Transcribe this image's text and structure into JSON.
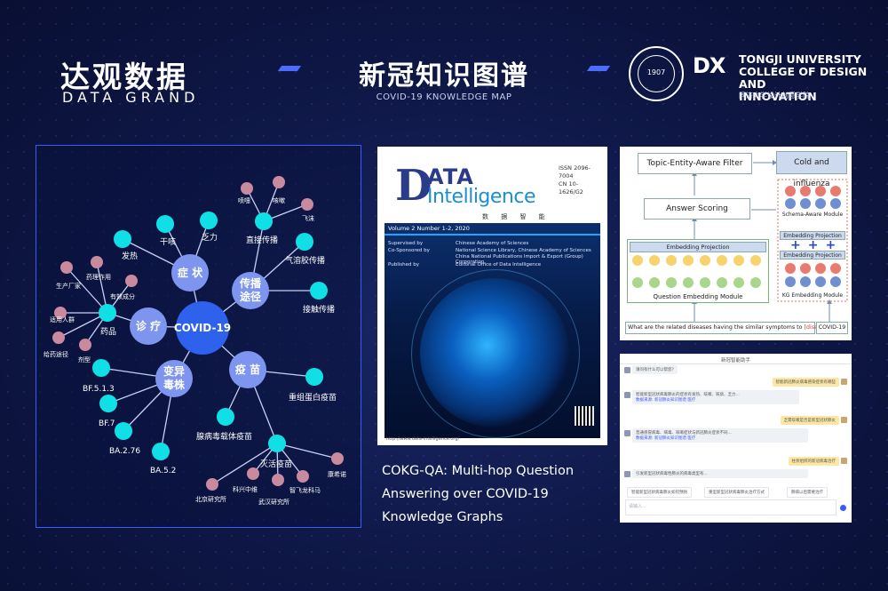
{
  "header": {
    "logo_cn": "达观数据",
    "logo_en": "DATA GRAND",
    "title_cn": "新冠知识图谱",
    "title_en": "COVID-19 KNOWLEDGE MAP",
    "seal_year": "1907",
    "dept_mark": "DX",
    "university": "TONGJI UNIVERSITY",
    "college_l1": "COLLEGE OF DESIGN AND",
    "college_l2": "INNOVATION",
    "college_cn": "同济大学设计创意学院"
  },
  "graph": {
    "center": "COVID-19",
    "hubs": {
      "symptom": "症 状",
      "spread": "传播\n途径",
      "treat": "诊 疗",
      "variant": "变异\n毒株",
      "vaccine": "疫 苗"
    },
    "labels": {
      "fever": "发热",
      "dry_cough": "干咳",
      "fatigue": "乏力",
      "cough": "咳嗽",
      "sneeze": "喷嚏",
      "droplet": "飞沫",
      "direct": "直接传播",
      "aerosol": "气溶胶传播",
      "contact": "接触传播",
      "drug": "药品",
      "pharma": "药理作用",
      "maker": "生产厂家",
      "ingredient": "有效成分",
      "people": "适用人群",
      "route": "给药途径",
      "form": "剂型",
      "bf513": "BF.5.1.3",
      "bf7": "BF.7",
      "ba276": "BA.2.76",
      "ba52": "BA.5.2",
      "protein": "重组蛋白疫苗",
      "adeno": "腺病毒载体疫苗",
      "inactivated": "灭活疫苗",
      "beijing": "北京研究所",
      "kexing": "科兴中维",
      "wuhan": "武汉研究所",
      "zhifei": "智飞龙科马",
      "kangxi": "康希诺"
    }
  },
  "cover": {
    "logo_d": "D",
    "logo_ata": "ATA",
    "logo_intel": "Intelligence",
    "logo_cn": "数 据 智 能",
    "issn": "ISSN 2096-7004",
    "cn": "CN 10-1626/G2",
    "volume": "Volume 2 Number 1-2, 2020",
    "rows": [
      {
        "k": "Supervised by",
        "v": "Chinese Academy of Sciences"
      },
      {
        "k": "Co-Sponsored by",
        "v": "National Science Library, Chinese Academy of Sciences"
      },
      {
        "k": "",
        "v": "China National Publications Import & Export (Group) Corporation"
      },
      {
        "k": "Published by",
        "v": "Editorial Office of Data Intelligence"
      }
    ],
    "url": "http://www.data-intelligence.org/"
  },
  "caption": {
    "line1": "COKG-QA: Multi-hop Question",
    "line2": "Answering over COVID-19",
    "line3": "Knowledge Graphs"
  },
  "diagram": {
    "filter": "Topic-Entity-Aware Filter",
    "cold": "Cold and influenza",
    "answer": "Answer Scoring",
    "schema": "Schema-Aware Module",
    "emb_proj1": "Embedding Projection",
    "emb_proj2": "Embedding Projection",
    "emb_proj3": "Embedding Projection",
    "qmod": "Question Embedding Module",
    "kgmod": "KG Embedding Module",
    "question": "What are the related diseases having the similar symptoms to",
    "disease": "[disease]",
    "covid": "COVID-19",
    "plus": "+",
    "ellipsis": "......",
    "colors": {
      "yellow": "#f6d36b",
      "green": "#a8d68b",
      "blue": "#6f8fd1",
      "red": "#e87b6e"
    }
  },
  "chat": {
    "title": "新冠智能助手",
    "m1": "请问有什么可以帮您?",
    "m2": "智能新冠肺炎病毒感染症状有哪些",
    "m3": "智能新型冠状病毒肺炎的症状有发热、咳嗽、咳痰、乏力...",
    "m3b": "数据来源: 新冠肺炎知识图谱 医疗",
    "m4": "乏累咳嗽是否是新型冠状肺炎",
    "m5": "普通感冒病毒、病毒、咳嗽症状与新冠肺炎症状不同...",
    "m5b": "数据来源: 新冠肺炎知识图谱 医疗",
    "m6": "柱状组织的新冠病毒治疗",
    "m7": "引发新型冠状病毒性肺炎的病毒类型有...",
    "m8": "智能新型冠状病毒肺炎如何预防",
    "m9": "重型新型冠状病毒肺炎治疗方式",
    "m10": "肺病以后需要治疗",
    "input": "请输入..."
  }
}
